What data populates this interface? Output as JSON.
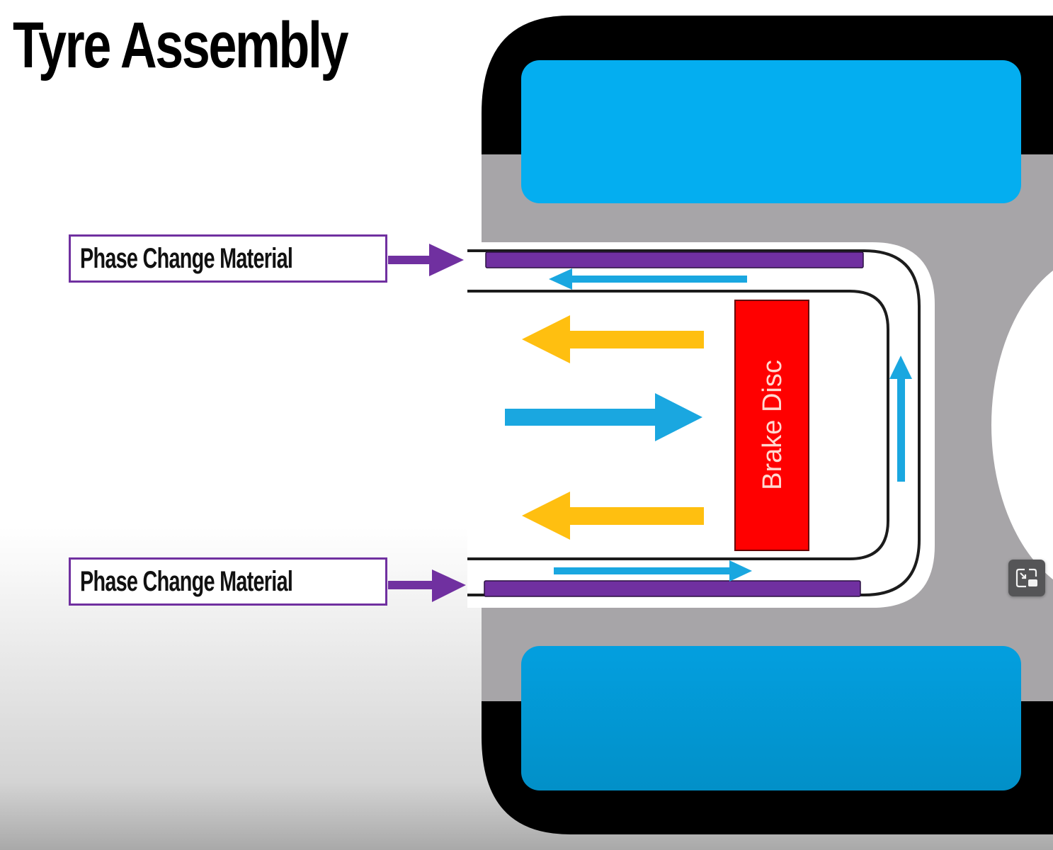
{
  "title": "Tyre Assembly",
  "labels": {
    "pcm_top": "Phase Change Material",
    "pcm_bottom": "Phase Change Material",
    "brake_disc": "Brake Disc"
  },
  "flows": [
    {
      "id": "coolant-top",
      "direction": "left",
      "color": "#1aa7e0"
    },
    {
      "id": "heat-upper",
      "direction": "left",
      "color": "#ffbf10"
    },
    {
      "id": "coolant-center",
      "direction": "right",
      "color": "#1aa7e0"
    },
    {
      "id": "heat-lower",
      "direction": "left",
      "color": "#ffbf10"
    },
    {
      "id": "coolant-bottom",
      "direction": "right",
      "color": "#1aa7e0"
    },
    {
      "id": "coolant-right",
      "direction": "up",
      "color": "#1aa7e0"
    }
  ],
  "colors": {
    "tyre": "#000000",
    "rim": "#a7a5a8",
    "tyre_chamber": "#04aef0",
    "pcm": "#7030a0",
    "brake_disc": "#ff0000",
    "heat": "#ffbf10",
    "coolant": "#1aa7e0"
  },
  "controls": {
    "pip_icon": "picture-in-picture-exit-icon"
  }
}
